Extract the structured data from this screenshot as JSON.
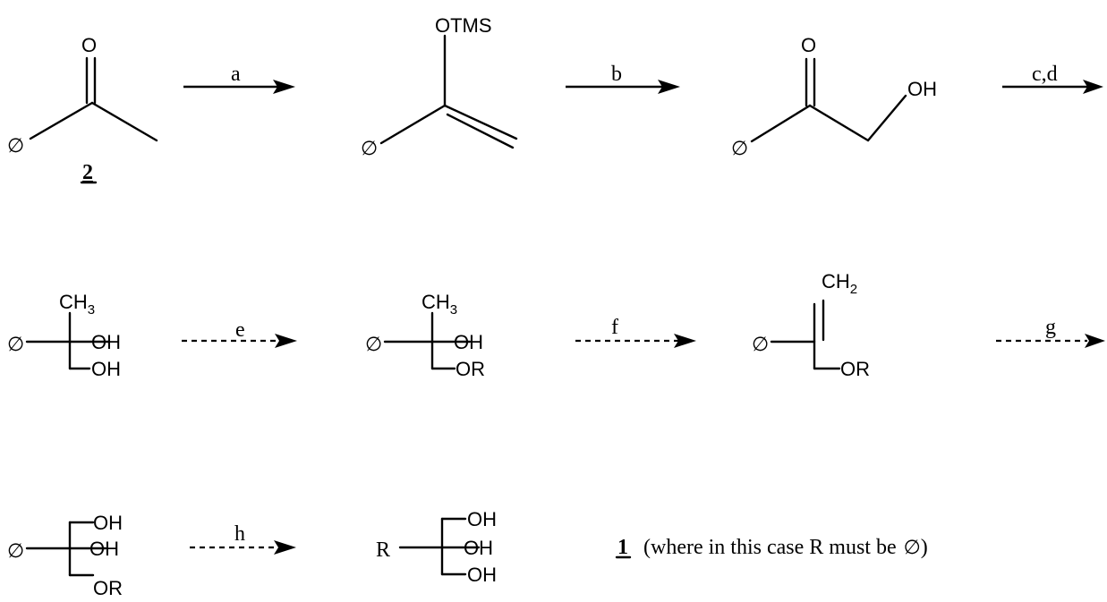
{
  "atoms": {
    "oxygen": "O",
    "phenyl": "∅",
    "otms": "OTMS",
    "oh": "OH",
    "or": "OR",
    "ch3": "CH",
    "ch2": "CH",
    "sub3": "3",
    "sub2": "2",
    "r": "R"
  },
  "compounds": {
    "start_label": "2",
    "product_label": "1"
  },
  "steps": {
    "a": "a",
    "b": "b",
    "cd": "c,d",
    "e": "e",
    "f": "f",
    "g": "g",
    "h": "h"
  },
  "note": "(where in this case R must be",
  "note_symbol": "∅",
  "note_close": ")"
}
